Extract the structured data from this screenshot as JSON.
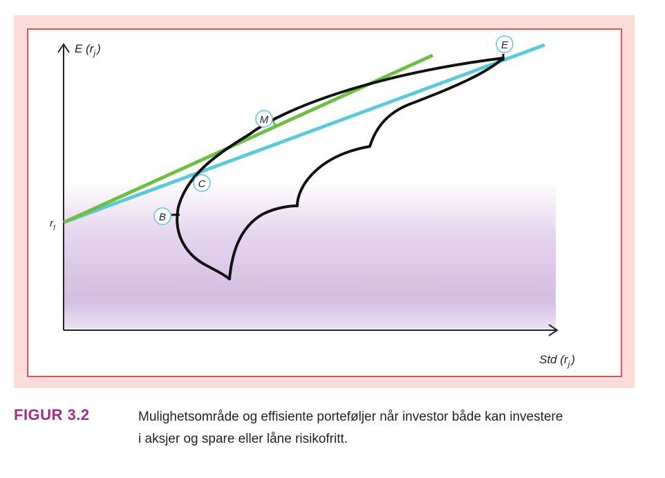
{
  "figure": {
    "y_axis_label": "E (r",
    "y_axis_sub": "j",
    "y_axis_close": ")",
    "x_axis_label": "Std (r",
    "x_axis_sub": "j",
    "x_axis_close": ")",
    "rf_label": "r",
    "rf_sub": "f",
    "points": {
      "E": "E",
      "M": "M",
      "C": "C",
      "B": "B"
    },
    "colors": {
      "frame_bg": "#fcdcd8",
      "frame_border": "#d9545a",
      "green_line": "#6ebe44",
      "blue_line": "#5bc8dc",
      "region_shade": "#d6c2e2",
      "curve": "#111111"
    }
  },
  "caption": {
    "label": "FIGUR 3.2",
    "line1": "Mulighetsområde og effisiente porteføljer når investor både kan investere",
    "line2": "i aksjer og spare eller låne risikofritt."
  }
}
